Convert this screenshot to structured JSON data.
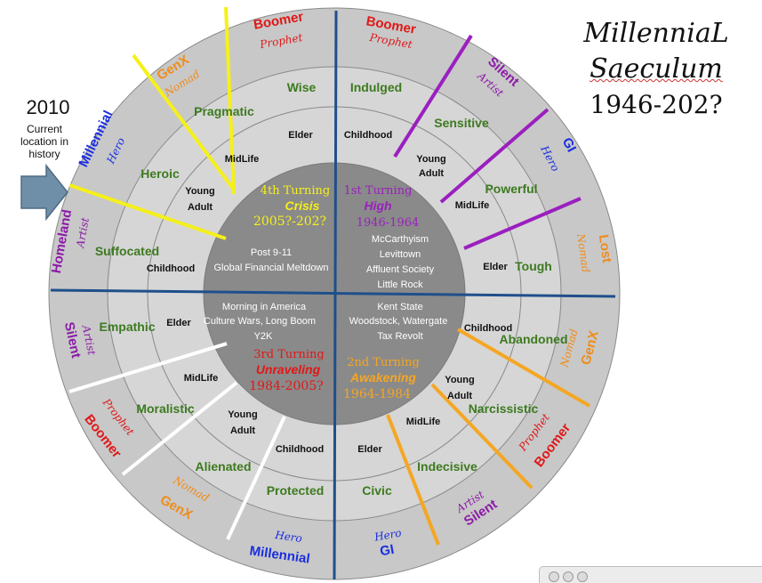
{
  "title": {
    "line1": "MillenniaL",
    "line2": "Saeculum",
    "line3": "1946-202?"
  },
  "current": {
    "year": "2010",
    "line1": "Current",
    "line2": "location in",
    "line3": "history"
  },
  "turnings": [
    {
      "title": "1st Turning",
      "name": "High",
      "years": "1946-1964",
      "events": [
        "McCarthyism",
        "Levittown",
        "Affluent Society",
        "Little Rock"
      ]
    },
    {
      "title": "2nd Turning",
      "name": "Awakening",
      "years": "1964-1984",
      "events": [
        "Kent State",
        "Woodstock, Watergate",
        "Tax Revolt"
      ]
    },
    {
      "title": "3rd Turning",
      "name": "Unraveling",
      "years": "1984-2005?",
      "events": [
        "Morning in America",
        "Culture Wars,  Long Boom",
        "Y2K"
      ]
    },
    {
      "title": "4th Turning",
      "name": "Crisis",
      "years": "2005?-202?",
      "events": [
        "Post 9-11",
        "Global Financial Meltdown"
      ]
    }
  ],
  "stage_labels": {
    "elder": "Elder",
    "childhood": "Childhood",
    "midlife": "MidLife",
    "young": "Young",
    "adult": "Adult"
  },
  "traits": {
    "q1": [
      "Indulged",
      "Sensitive",
      "Powerful",
      "Tough"
    ],
    "q2": [
      "Abandoned",
      "Narcissistic",
      "Indecisive",
      "Civic"
    ],
    "q3": [
      "Protected",
      "Alienated",
      "Moralistic",
      "Empathic"
    ],
    "q4": [
      "Suffocated",
      "Heroic",
      "Pragmatic",
      "Wise"
    ]
  },
  "generations": {
    "q1": [
      {
        "name": "Boomer",
        "archetype": "Prophet"
      },
      {
        "name": "Silent",
        "archetype": "Artist"
      },
      {
        "name": "GI",
        "archetype": "Hero"
      },
      {
        "name": "Lost",
        "archetype": "Nomad"
      }
    ],
    "q2": [
      {
        "name": "GenX",
        "archetype": "Nomad"
      },
      {
        "name": "Boomer",
        "archetype": "Prophet"
      },
      {
        "name": "Silent",
        "archetype": "Artist"
      },
      {
        "name": "GI",
        "archetype": "Hero"
      }
    ],
    "q3": [
      {
        "name": "Millennial",
        "archetype": "Hero"
      },
      {
        "name": "GenX",
        "archetype": "Nomad"
      },
      {
        "name": "Boomer",
        "archetype": "Prophet"
      },
      {
        "name": "Silent",
        "archetype": "Artist"
      }
    ],
    "q4": [
      {
        "name": "Homeland",
        "archetype": "Artist"
      },
      {
        "name": "Millennial",
        "archetype": "Hero"
      },
      {
        "name": "GenX",
        "archetype": "Nomad"
      },
      {
        "name": "Boomer",
        "archetype": "Prophet"
      }
    ]
  },
  "colors": {
    "wheel_outer": "#c8c8c8",
    "wheel_band": "#d6d6d6",
    "center": "#8a8a8a",
    "axis": "#1f4f8b",
    "green": "#3d7a1f",
    "prophet": "#e01818",
    "artist": "#8c1aa8",
    "hero": "#1a2ee0",
    "nomad": "#f08c1a",
    "yellow": "#f5f01a",
    "orange": "#f5a623",
    "purple": "#9b1fbf",
    "white": "#ffffff"
  }
}
